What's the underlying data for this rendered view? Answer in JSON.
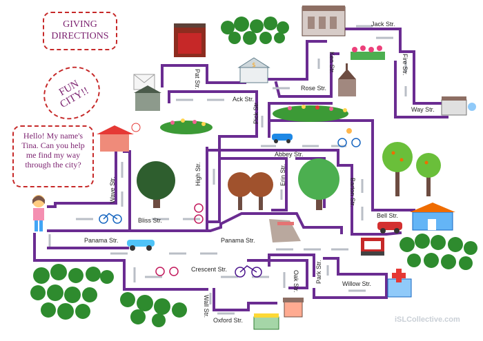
{
  "title_box": {
    "line1": "GIVING",
    "line2": "DIRECTIONS"
  },
  "fun_city": {
    "line1": "FUN",
    "line2": "CITY!!"
  },
  "speech": "Hello! My name's Tina. Can you help me find my way through the city?",
  "streets": {
    "jack": "Jack Str.",
    "pat": "Pat Str.",
    "ken": "Ken Str.",
    "fire": "Fire Str.",
    "ack": "Ack Str.",
    "rose": "Rose Str.",
    "way": "Way Str.",
    "pick": "Pick Str.",
    "abbey": "Abbey Str.",
    "high": "High Str.",
    "wave": "Wave Str.",
    "erin": "Erin Str.",
    "barton": "Barton Str.",
    "bliss": "Bliss Str.",
    "bell": "Bell Str.",
    "panama1": "Panama Str.",
    "panama2": "Panama Str.",
    "crescent": "Crescent Str.",
    "oak": "Oak Str.",
    "park": "Park Str.",
    "willow": "Willow Str.",
    "wall": "Wall Str.",
    "oxford": "Oxford Str."
  },
  "watermark": "iSLCollective.com",
  "colors": {
    "road": "#6a2c91",
    "lane": "#cfd3d8",
    "frame": "#c62828",
    "text": "#7a1f6e"
  }
}
